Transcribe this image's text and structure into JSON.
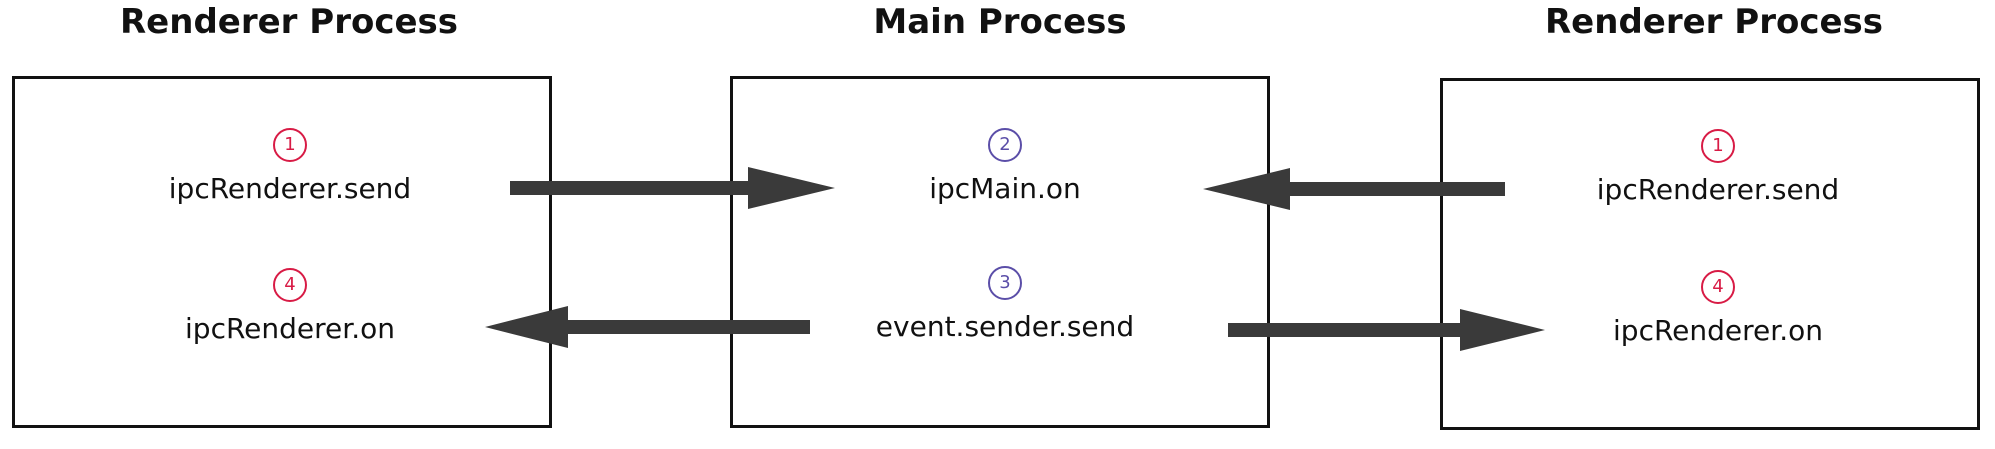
{
  "headings": {
    "left": "Renderer Process",
    "center": "Main Process",
    "right": "Renderer Process"
  },
  "left_box": {
    "send": {
      "step": "1",
      "label": "ipcRenderer.send"
    },
    "on": {
      "step": "4",
      "label": "ipcRenderer.on"
    }
  },
  "main_box": {
    "on": {
      "step": "2",
      "label": "ipcMain.on"
    },
    "reply": {
      "step": "3",
      "label": "event.sender.send"
    }
  },
  "right_box": {
    "send": {
      "step": "1",
      "label": "ipcRenderer.send"
    },
    "on": {
      "step": "4",
      "label": "ipcRenderer.on"
    }
  },
  "colors": {
    "renderer_step": "#d81b45",
    "main_step": "#5b4ea8",
    "arrow": "#3a3a3a",
    "border": "#111111"
  }
}
